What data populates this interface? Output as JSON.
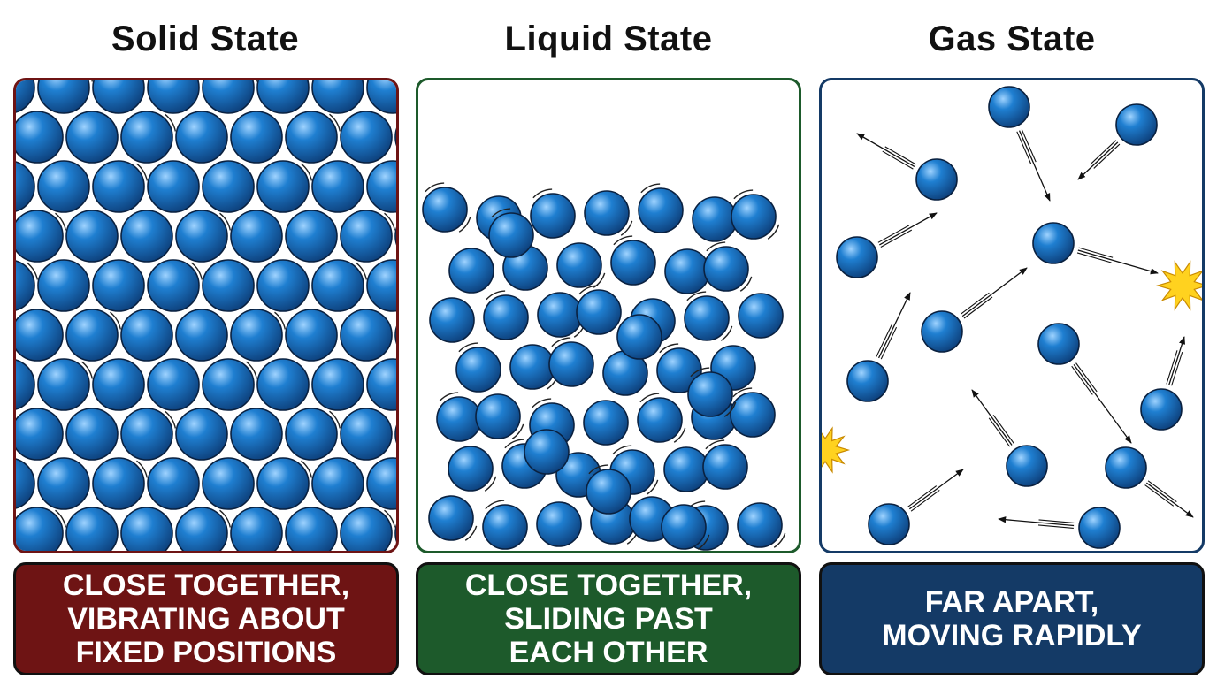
{
  "colors": {
    "solid": "#6e1414",
    "liquid": "#1d5a2b",
    "gas": "#143a66",
    "particle": "#1f7fd1",
    "particle_dark": "#0d3f7a",
    "collision": "#ffd21f"
  },
  "panels": [
    {
      "key": "solid",
      "title": "Solid State",
      "caption_lines": [
        "CLOSE TOGETHER,",
        "VIBRATING ABOUT",
        "FIXED POSITIONS"
      ]
    },
    {
      "key": "liquid",
      "title": "Liquid State",
      "caption_lines": [
        "CLOSE TOGETHER,",
        "SLIDING PAST",
        "EACH OTHER"
      ]
    },
    {
      "key": "gas",
      "title": "Gas State",
      "caption_lines": [
        "FAR APART,",
        "MOVING RAPIDLY"
      ]
    }
  ]
}
